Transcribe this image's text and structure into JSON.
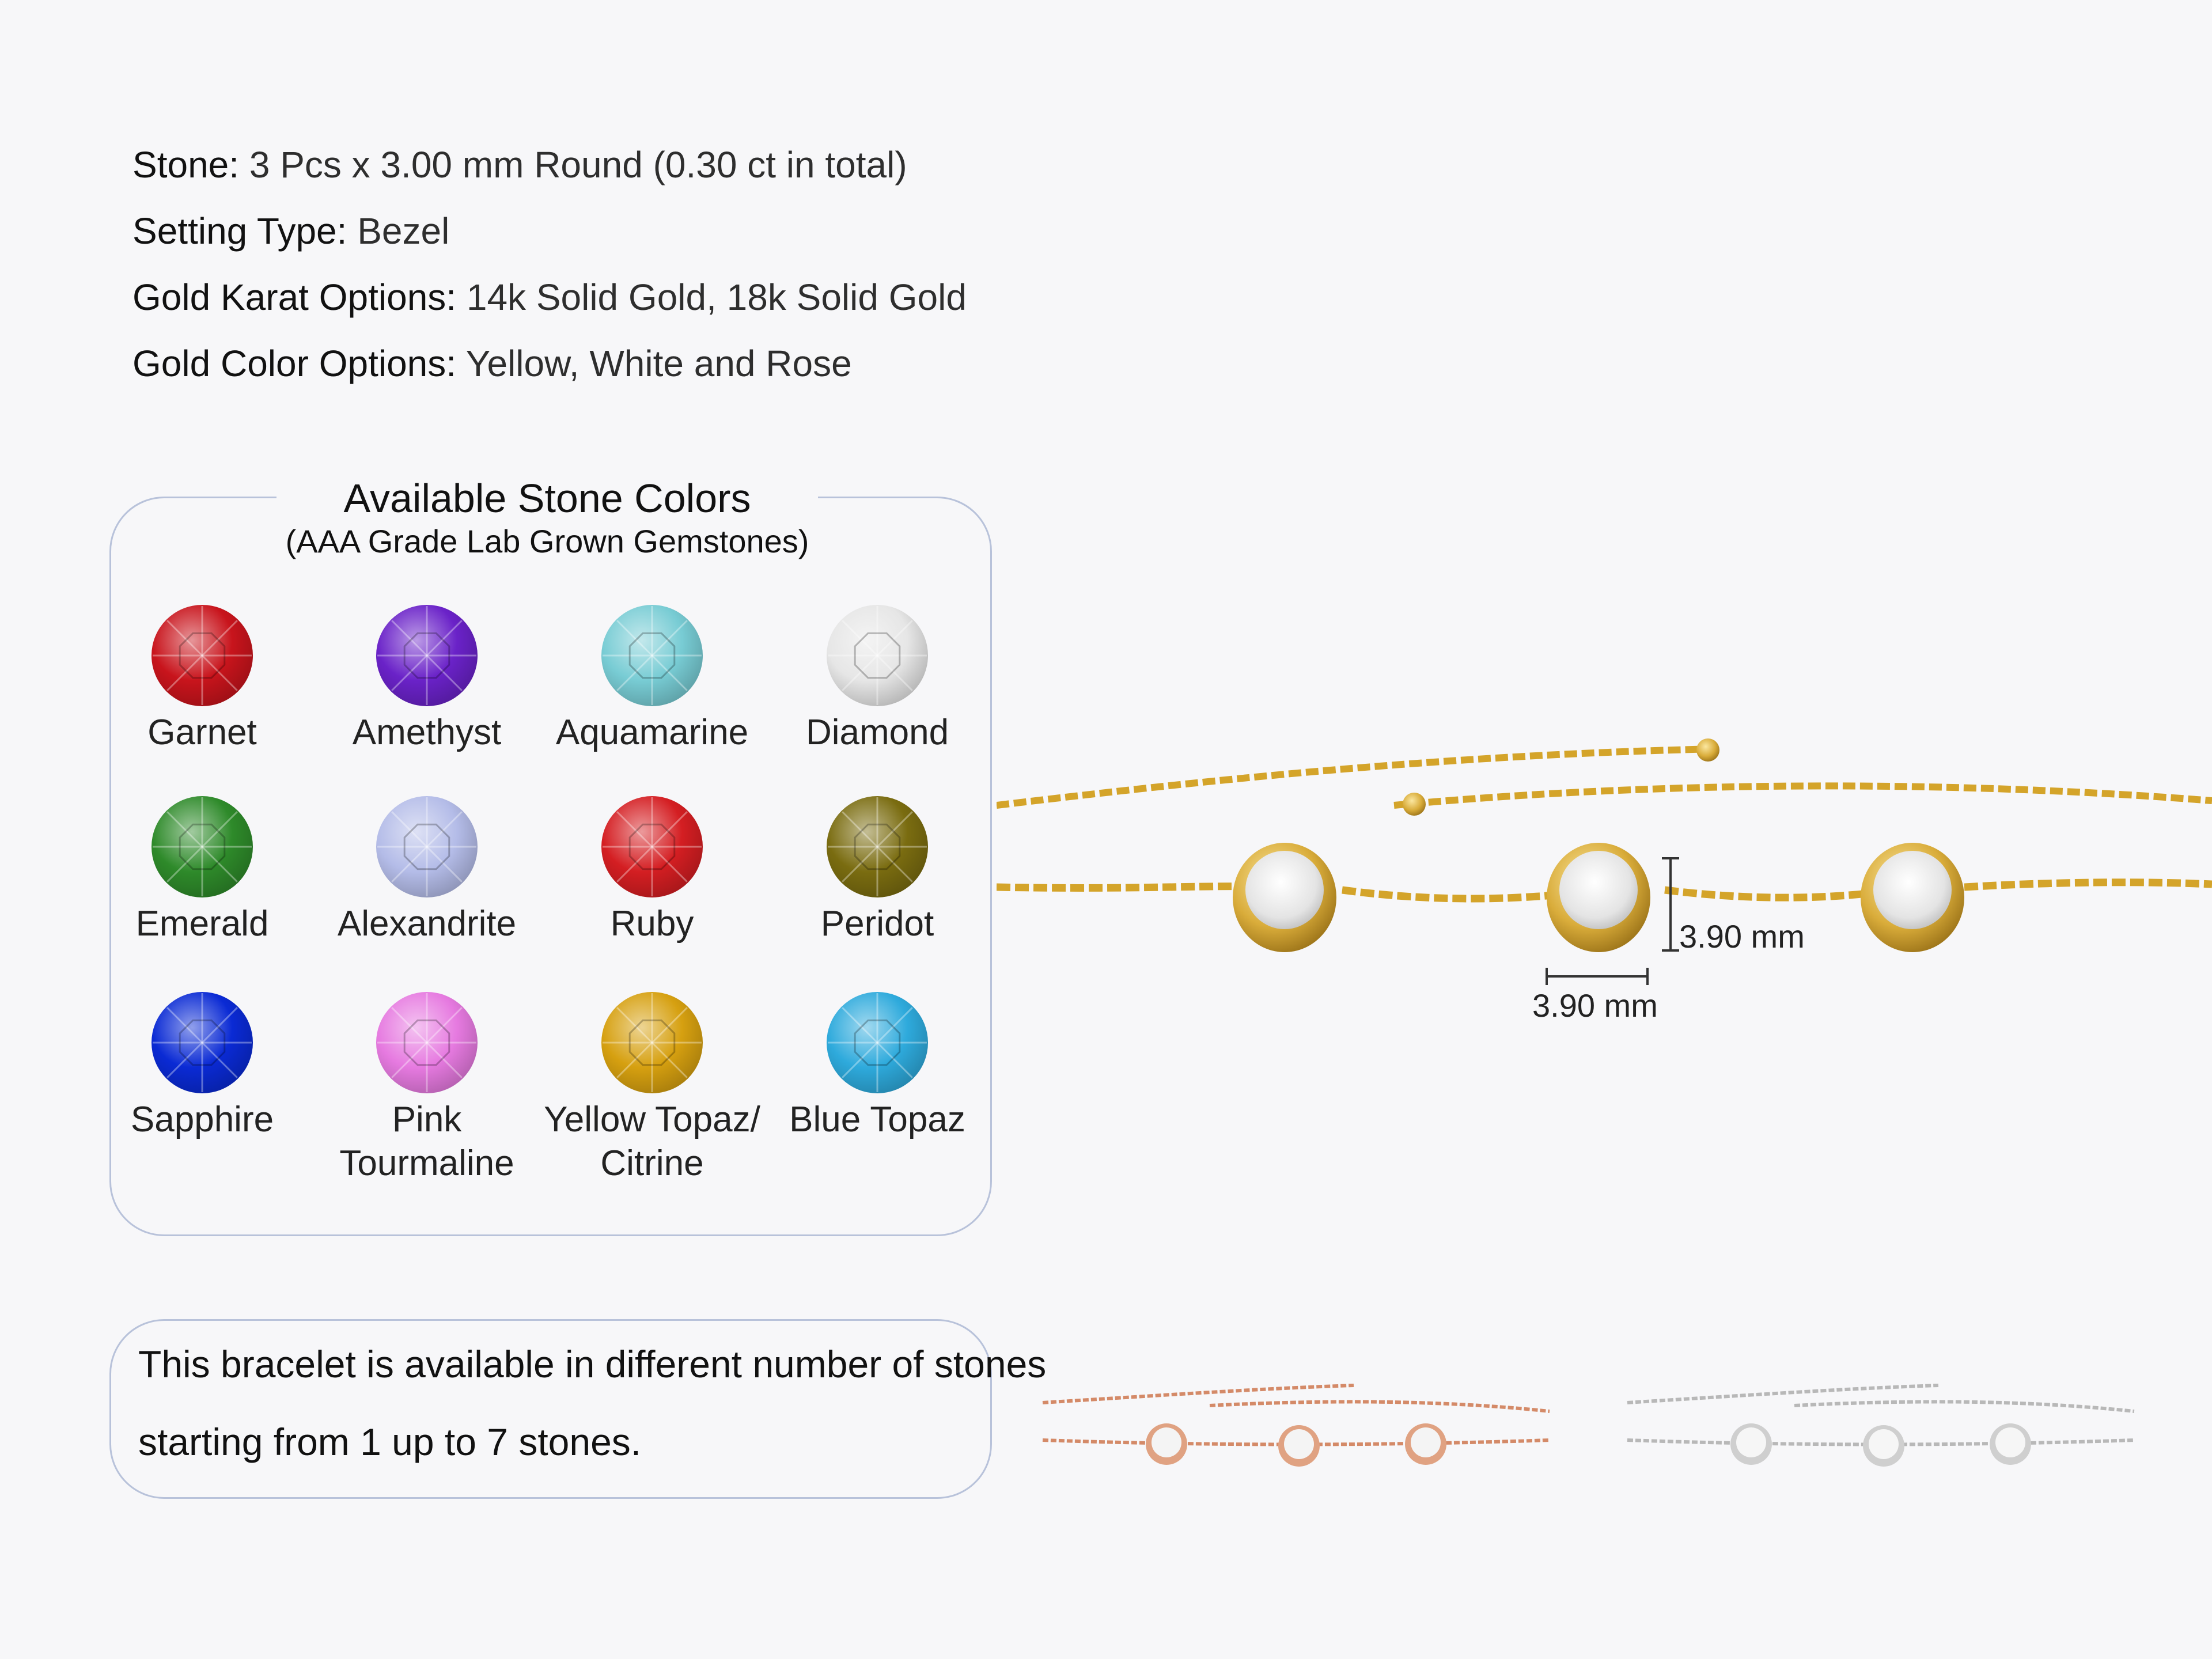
{
  "specs": {
    "stone": {
      "label": "Stone:",
      "value": "3 Pcs x 3.00 mm Round (0.30 ct in total)"
    },
    "setting": {
      "label": "Setting Type:",
      "value": "Bezel"
    },
    "karat": {
      "label": "Gold Karat Options:",
      "value": "14k Solid Gold, 18k Solid Gold"
    },
    "color": {
      "label": "Gold Color Options:",
      "value": "Yellow, White and Rose"
    }
  },
  "stone_colors": {
    "title": "Available Stone Colors",
    "subtitle": "(AAA Grade Lab Grown Gemstones)",
    "items": [
      {
        "name": "Garnet",
        "color": "#c8141c"
      },
      {
        "name": "Amethyst",
        "color": "#6a22c8"
      },
      {
        "name": "Aquamarine",
        "color": "#78ccd4"
      },
      {
        "name": "Diamond",
        "color": "#e6e6e6"
      },
      {
        "name": "Emerald",
        "color": "#2e8a2a"
      },
      {
        "name": "Alexandrite",
        "color": "#b4bce8"
      },
      {
        "name": "Ruby",
        "color": "#d41e22"
      },
      {
        "name": "Peridot",
        "color": "#7a6c10"
      },
      {
        "name": "Sapphire",
        "color": "#0a2ad4"
      },
      {
        "name": "Pink Tourmaline",
        "label_1": "Pink",
        "label_2": "Tourmaline",
        "color": "#e67ae0"
      },
      {
        "name": "Yellow Topaz/ Citrine",
        "label_1": "Yellow Topaz/",
        "label_2": "Citrine",
        "color": "#d6a010"
      },
      {
        "name": "Blue Topaz",
        "color": "#2eaadc"
      }
    ]
  },
  "info": {
    "line_1": "This bracelet is available in different number of stones",
    "line_2": "starting from 1 up to 7 stones."
  },
  "dimensions": {
    "height": "3.90 mm",
    "width": "3.90 mm"
  },
  "metal_colors": {
    "yellow": "#d4a42a",
    "rose": "#d48a68",
    "white": "#b8b8b8"
  }
}
